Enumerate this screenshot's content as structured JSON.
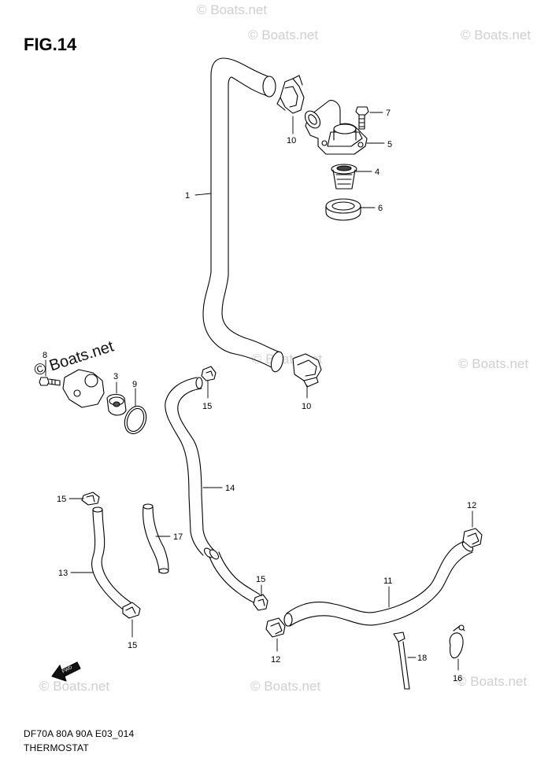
{
  "figure": {
    "title": "FIG.14",
    "model_line": "DF70A 80A 90A E03_014",
    "section_name": "THERMOSTAT"
  },
  "watermark": {
    "text": "© Boats.net"
  },
  "fwd_arrow": {
    "label": "FWD"
  },
  "callouts": {
    "c1": "1",
    "c3": "3",
    "c4": "4",
    "c5": "5",
    "c6": "6",
    "c7": "7",
    "c8": "8",
    "c9": "9",
    "c10a": "10",
    "c10b": "10",
    "c11": "11",
    "c12a": "12",
    "c12b": "12",
    "c13": "13",
    "c14": "14",
    "c15a": "15",
    "c15b": "15",
    "c15c": "15",
    "c15d": "15",
    "c16": "16",
    "c17": "17",
    "c18": "18"
  }
}
